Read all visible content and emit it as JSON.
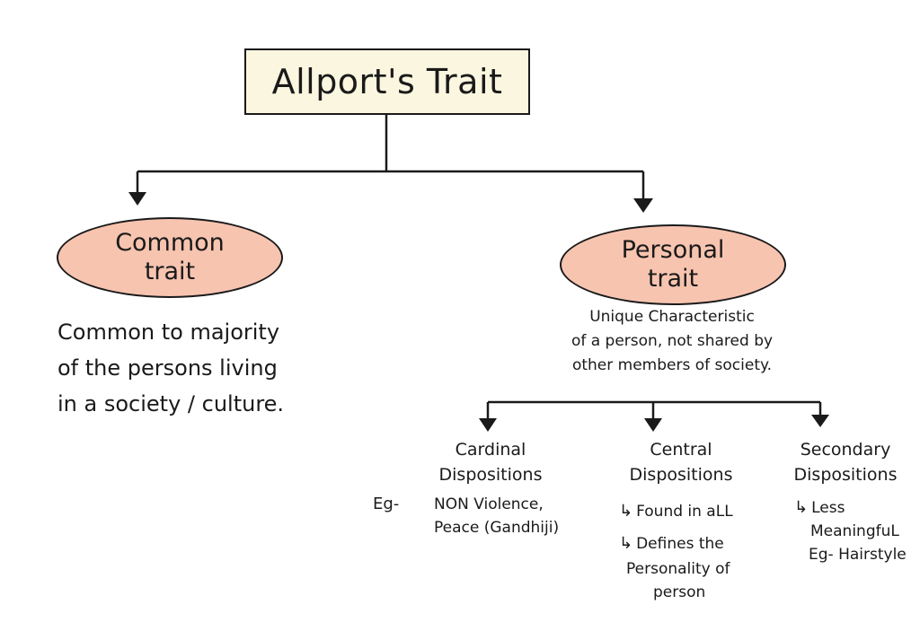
{
  "title": "Allport's Trait",
  "common": {
    "label_line1": "Common",
    "label_line2": "trait",
    "desc_lines": [
      "Common to majority",
      "of the persons living",
      "in a society / culture."
    ]
  },
  "personal": {
    "label_line1": "Personal",
    "label_line2": "trait",
    "desc_lines": [
      "Unique Characteristic",
      "of a person, not shared by",
      "other members of society."
    ]
  },
  "cardinal": {
    "title_line1": "Cardinal",
    "title_line2": "Dispositions",
    "eg_label": "Eg-",
    "example_lines": [
      "NON Violence,",
      "Peace (Gandhiji)"
    ]
  },
  "central": {
    "title_line1": "Central",
    "title_line2": "Dispositions",
    "bullet_symbol": "↳",
    "bullet1": "Found in aLL",
    "bullet2_lines": [
      "Defines the",
      "Personality of",
      "person"
    ]
  },
  "secondary": {
    "title_line1": "Secondary",
    "title_line2": "Dispositions",
    "bullet_symbol": "↳",
    "bullet1_lines": [
      "Less",
      "MeaningfuL"
    ],
    "example": "Eg- Hairstyle"
  },
  "colors": {
    "title_fill": "#fbf6df",
    "ellipse_fill": "#f7c4b0",
    "ink": "#1a1a1a"
  }
}
